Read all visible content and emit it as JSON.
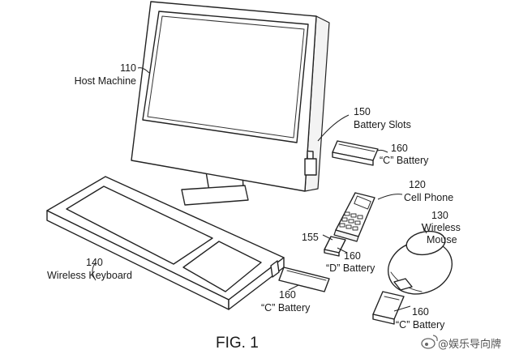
{
  "figure": {
    "caption": "FIG. 1",
    "watermark": "@娱乐导向牌",
    "watermark_icon": "weibo-icon"
  },
  "callouts": {
    "host_machine": {
      "number": "110",
      "label": "Host Machine"
    },
    "battery_slots": {
      "number": "150",
      "label": "Battery Slots"
    },
    "battery_c_slot": {
      "number": "160",
      "label": "“C” Battery"
    },
    "cell_phone": {
      "number": "120",
      "label": "Cell Phone"
    },
    "phone_connector": {
      "number": "155"
    },
    "battery_d": {
      "number": "160",
      "label": "“D” Battery"
    },
    "wireless_mouse": {
      "number": "130",
      "label_line1": "Wireless",
      "label_line2": "Mouse"
    },
    "wireless_keyboard": {
      "number": "140",
      "label": "Wireless Keyboard"
    },
    "battery_c_keyboard": {
      "number": "160",
      "label": "“C” Battery"
    },
    "battery_c_mouse": {
      "number": "160",
      "label": "“C” Battery"
    }
  }
}
